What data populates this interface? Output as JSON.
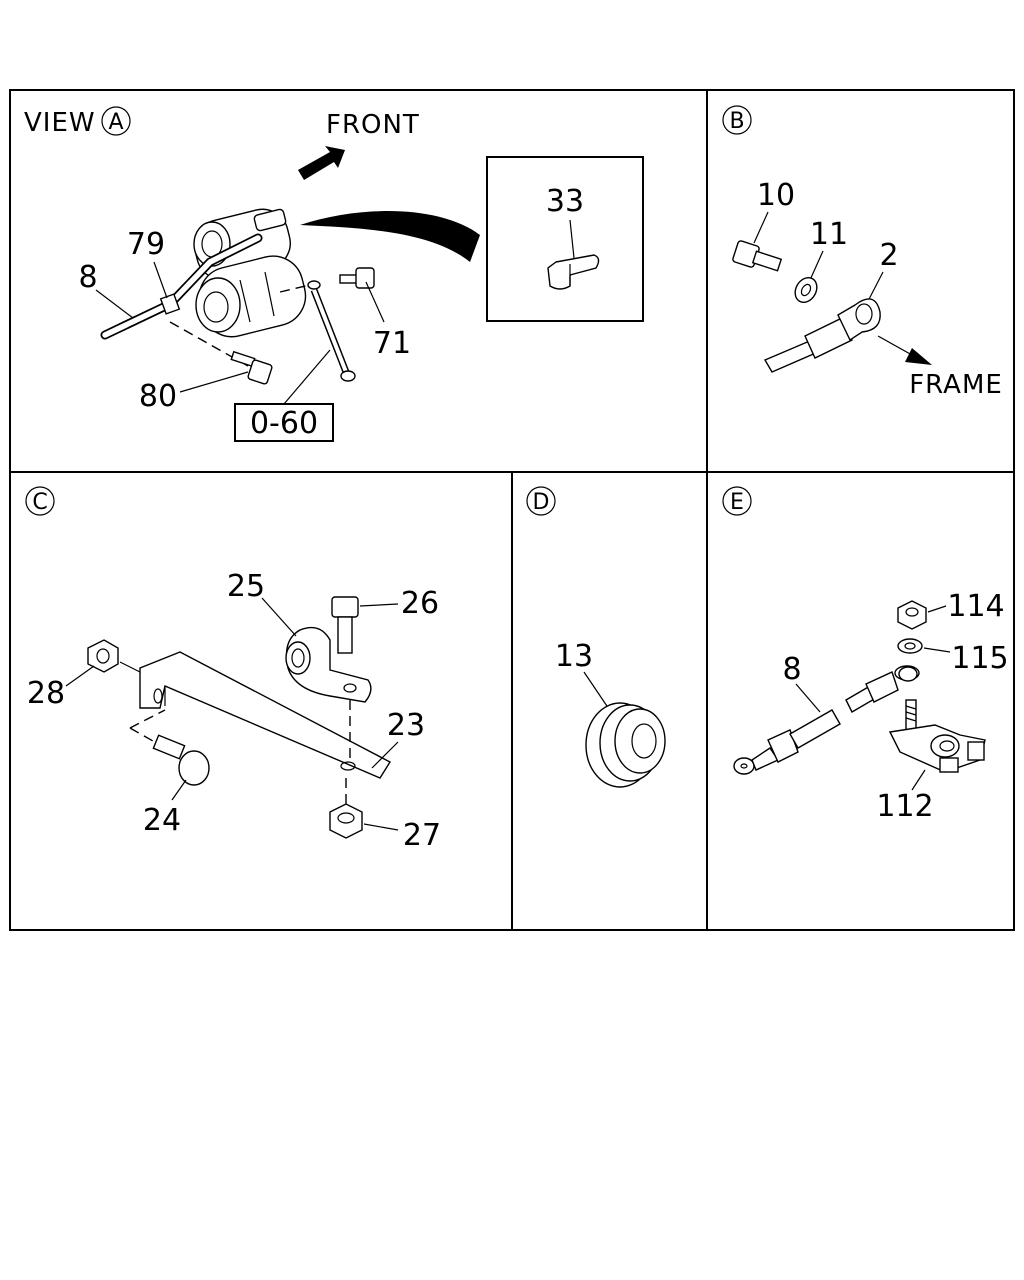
{
  "panels": {
    "a": {
      "view_word": "VIEW",
      "letter": "A",
      "front_label": "FRONT",
      "labels": {
        "p79": "79",
        "p8": "8",
        "p71": "71",
        "p80": "80",
        "ref": "0-60",
        "p33": "33"
      }
    },
    "b": {
      "letter": "B",
      "labels": {
        "p10": "10",
        "p11": "11",
        "p2": "2"
      },
      "frame_label": "FRAME"
    },
    "c": {
      "letter": "C",
      "labels": {
        "p25": "25",
        "p26": "26",
        "p28": "28",
        "p23": "23",
        "p24": "24",
        "p27": "27"
      }
    },
    "d": {
      "letter": "D",
      "labels": {
        "p13": "13"
      }
    },
    "e": {
      "letter": "E",
      "labels": {
        "p114": "114",
        "p115": "115",
        "p8": "8",
        "p112": "112"
      }
    }
  }
}
